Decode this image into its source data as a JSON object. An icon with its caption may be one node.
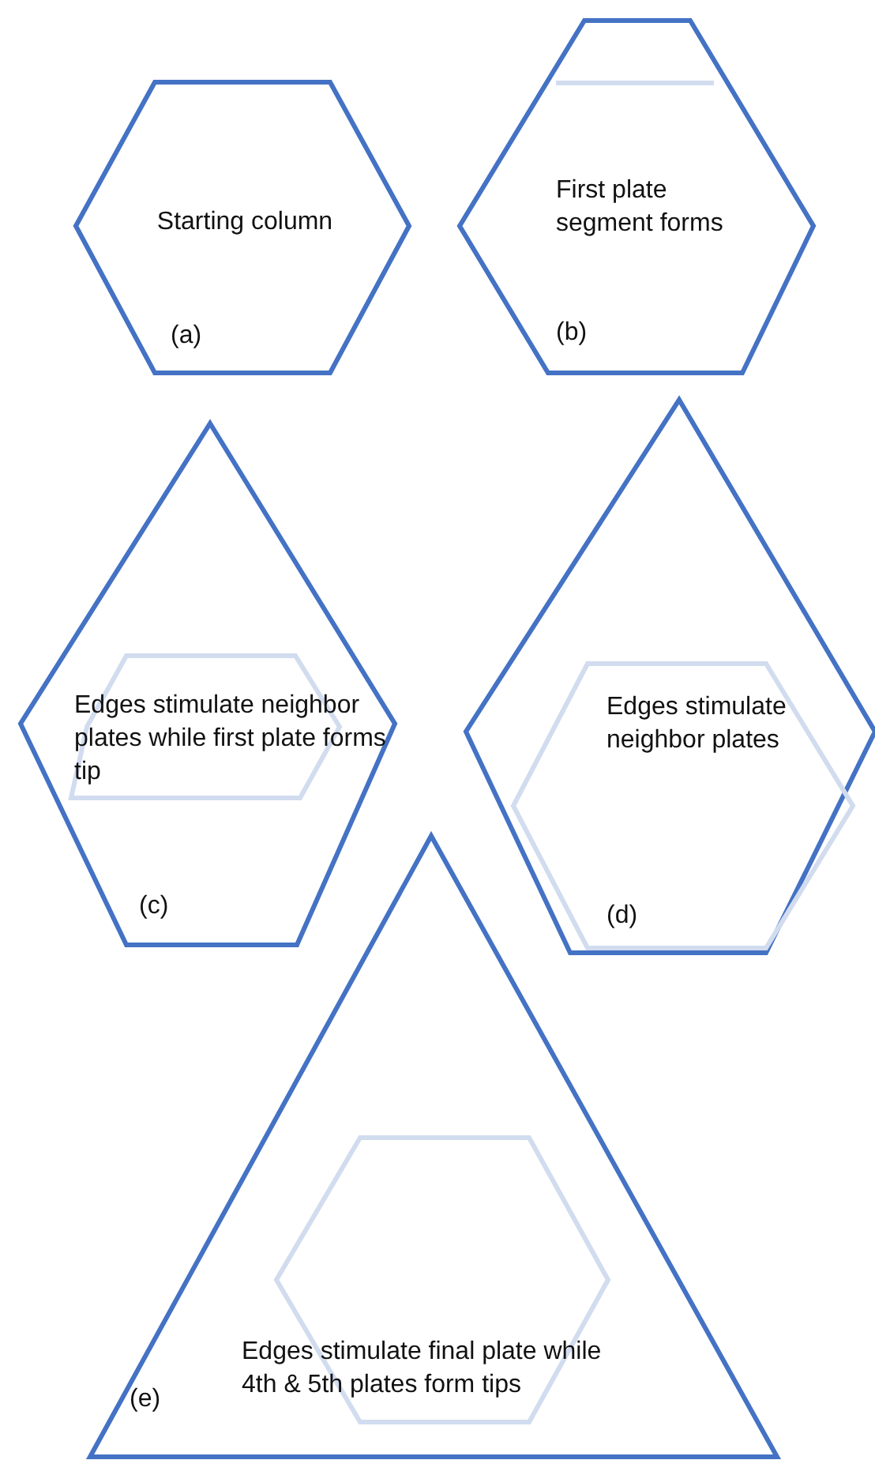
{
  "diagram": {
    "nodes": [
      {
        "text": [
          "Starting column",
          "(a)"
        ]
      },
      {
        "text": [
          "First plate segment forms",
          "(b)"
        ]
      },
      {
        "text": [
          "Edges stimulate neighbor plates while first plate forms tip",
          "(c)"
        ]
      },
      {
        "text": [
          "Edges stimulate neighbor plates",
          "(d)"
        ]
      },
      {
        "text": [
          "Edges stimulate final plate while 4th & 5th plates form tips",
          "(e)"
        ]
      }
    ]
  }
}
